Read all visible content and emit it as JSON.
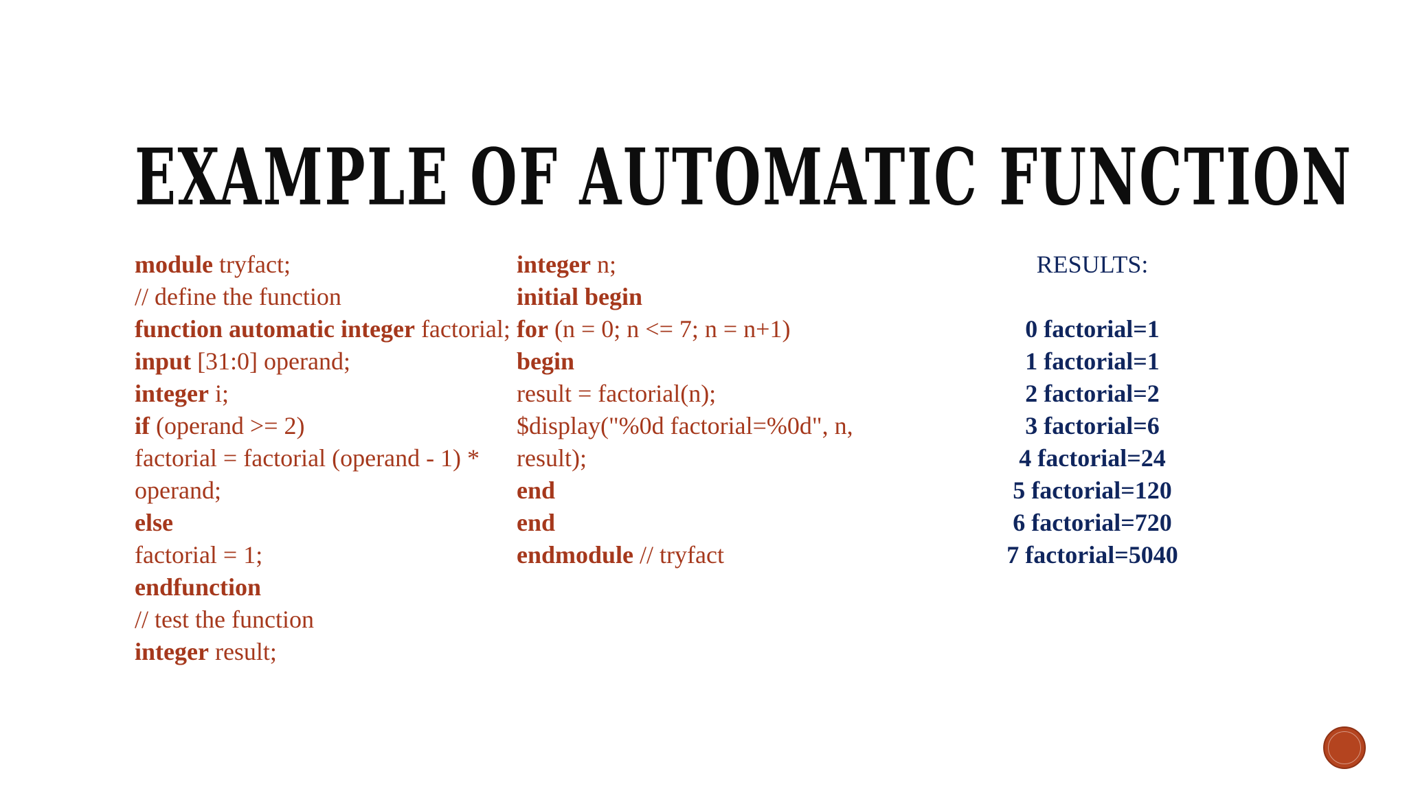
{
  "slide": {
    "title": "Example of automatic function",
    "background_color": "#ffffff",
    "code_color": "#a5381c",
    "results_color": "#10265e",
    "title_color": "#0d0d0d"
  },
  "code_column_1": [
    {
      "keyword": "module",
      "rest": " tryfact;"
    },
    {
      "keyword": "",
      "rest": "// define the function"
    },
    {
      "keyword": "function automatic integer",
      "rest": " factorial;"
    },
    {
      "keyword": "input",
      "rest": " [31:0] operand;"
    },
    {
      "keyword": "integer",
      "rest": " i;"
    },
    {
      "keyword": "if",
      "rest": " (operand >= 2)"
    },
    {
      "keyword": "",
      "rest": "factorial = factorial (operand - 1) * operand;"
    },
    {
      "keyword": "else",
      "rest": ""
    },
    {
      "keyword": "",
      "rest": "factorial = 1;"
    },
    {
      "keyword": "endfunction",
      "rest": ""
    },
    {
      "keyword": "",
      "rest": "// test the function"
    },
    {
      "keyword": "integer",
      "rest": " result;"
    }
  ],
  "code_column_2": [
    {
      "keyword": "integer",
      "rest": " n;"
    },
    {
      "keyword": "initial begin",
      "rest": ""
    },
    {
      "keyword": "for",
      "rest": " (n = 0; n <= 7; n = n+1)"
    },
    {
      "keyword": "begin",
      "rest": ""
    },
    {
      "keyword": "",
      "rest": "result = factorial(n);"
    },
    {
      "keyword": "",
      "rest": "$display(\"%0d factorial=%0d\", n, result);"
    },
    {
      "keyword": "end",
      "rest": ""
    },
    {
      "keyword": "end",
      "rest": ""
    },
    {
      "keyword": "endmodule",
      "rest": " // tryfact"
    }
  ],
  "results": {
    "heading": "RESULTS:",
    "lines": [
      "0 factorial=1",
      "1 factorial=1",
      "2 factorial=2",
      "3 factorial=6",
      "4 factorial=24",
      "5 factorial=120",
      "6 factorial=720",
      "7 factorial=5040"
    ]
  },
  "logo": {
    "name": "circular-seal-logo",
    "color": "#b4441f",
    "glyph": ""
  }
}
